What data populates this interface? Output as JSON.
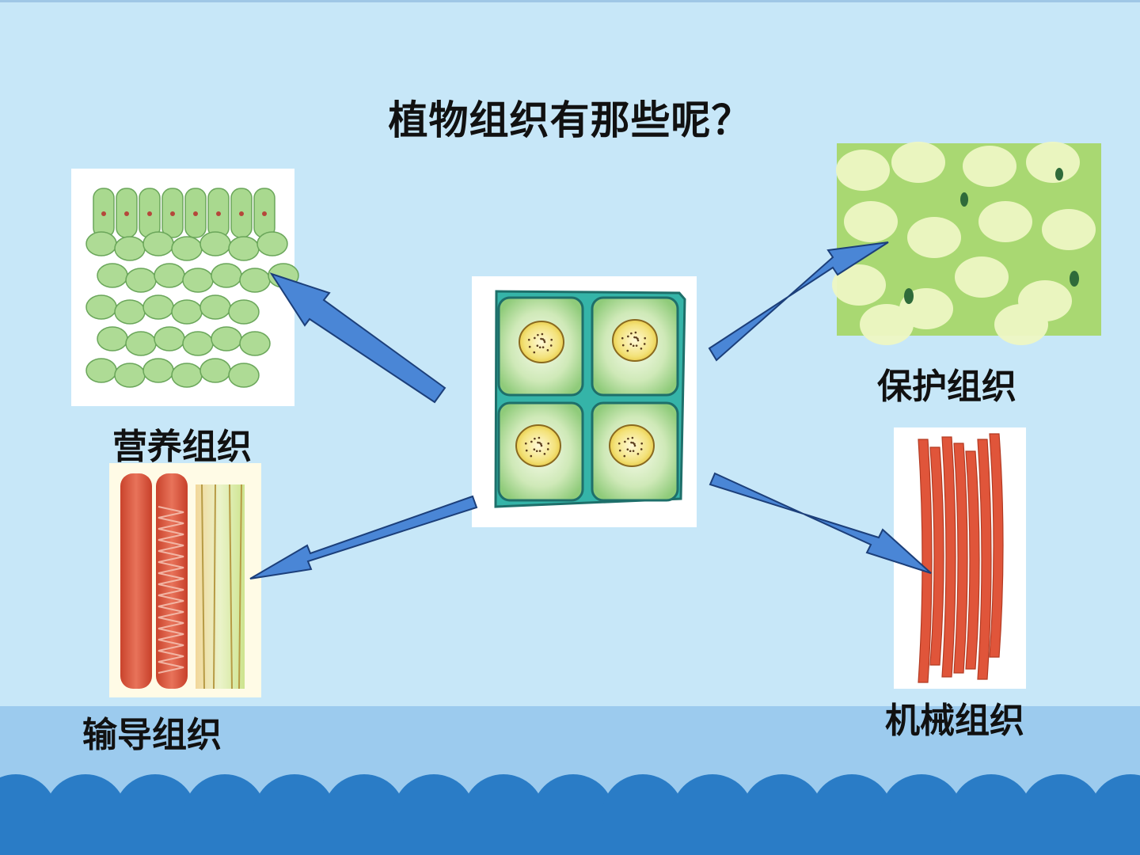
{
  "title": "植物组织有那些呢？",
  "tissues": {
    "nutritive": {
      "label": "营养组织"
    },
    "protective": {
      "label": "保护组织"
    },
    "conductive": {
      "label": "输导组织"
    },
    "mechanical": {
      "label": "机械组织"
    }
  },
  "center_image": "meristem-cells-illustration",
  "colors": {
    "background": "#c7e7f8",
    "arrow": "#4a86d6",
    "wave": "#2a7cc6",
    "band": "#9ccbee"
  }
}
